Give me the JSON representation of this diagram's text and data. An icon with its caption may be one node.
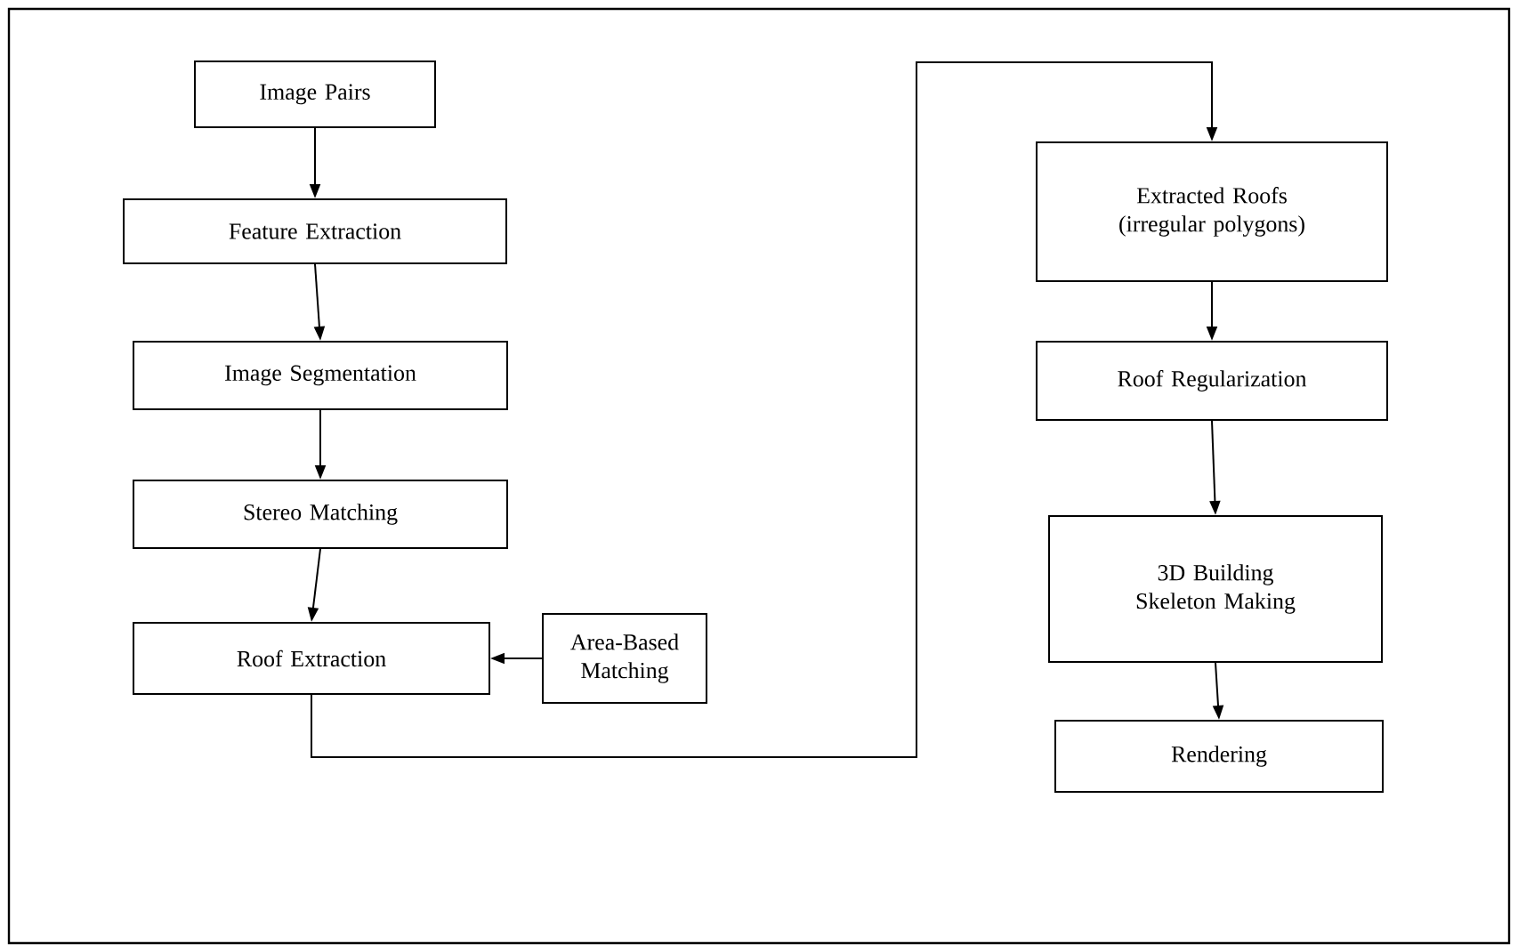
{
  "diagram": {
    "nodes": [
      {
        "text": [
          "Image Pairs"
        ]
      },
      {
        "text": [
          "Feature Extraction"
        ]
      },
      {
        "text": [
          "Image Segmentation"
        ]
      },
      {
        "text": [
          "Stereo Matching"
        ]
      },
      {
        "text": [
          "Roof Extraction"
        ]
      },
      {
        "text": [
          "Area-Based Matching"
        ]
      },
      {
        "text": [
          "Extracted Roofs (irregular polygons)"
        ]
      },
      {
        "text": [
          "Roof Regularization"
        ]
      },
      {
        "text": [
          "3D Building Skeleton Making"
        ]
      },
      {
        "text": [
          "Rendering"
        ]
      }
    ],
    "edges": [
      {
        "from": 0,
        "to": 1,
        "arrow": "to"
      },
      {
        "from": 1,
        "to": 2,
        "arrow": "to"
      },
      {
        "from": 2,
        "to": 3,
        "arrow": "to"
      },
      {
        "from": 3,
        "to": 4,
        "arrow": "to"
      },
      {
        "from": 5,
        "to": 4,
        "arrow": "to"
      },
      {
        "from": 4,
        "to": 6,
        "arrow": "to"
      },
      {
        "from": 6,
        "to": 7,
        "arrow": "to"
      },
      {
        "from": 7,
        "to": 8,
        "arrow": "to"
      },
      {
        "from": 8,
        "to": 9,
        "arrow": "to"
      }
    ]
  }
}
